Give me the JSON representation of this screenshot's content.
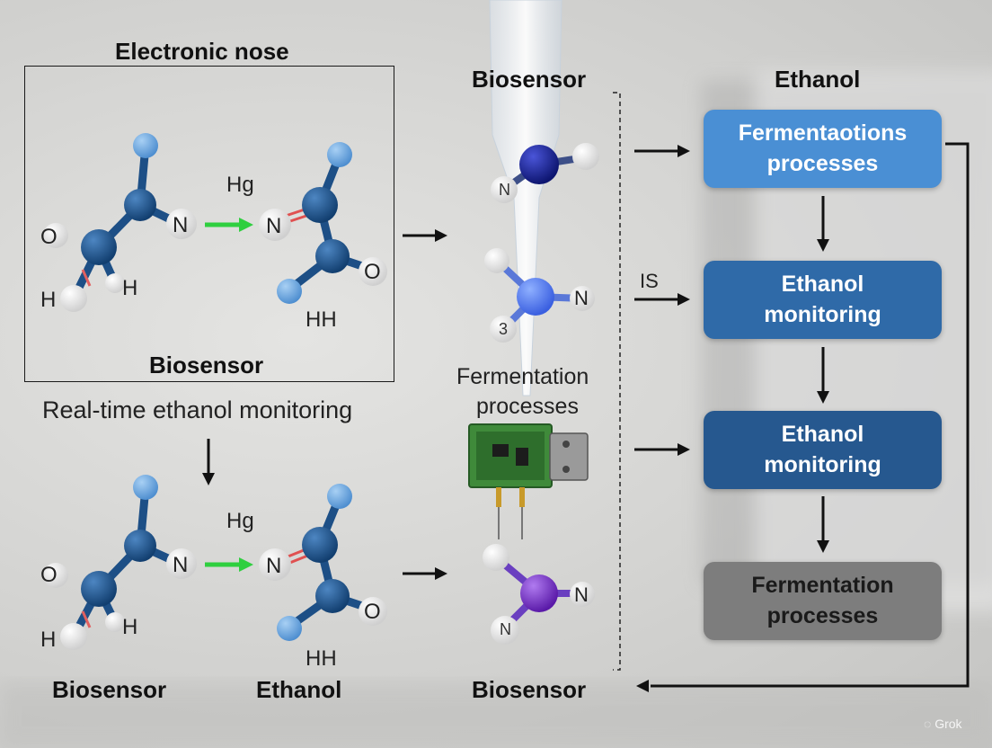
{
  "top_left": {
    "title": "Electronic nose",
    "frame_caption": "Biosensor",
    "mol1_atoms": {
      "o": "O",
      "h1": "H",
      "h2": "H",
      "n1": "N",
      "hg": "Hg",
      "n2": "N",
      "o2": "O",
      "hh": "HH"
    }
  },
  "subtitle": "Real-time ethanol monitoring",
  "bottom_left": {
    "mol2_atoms": {
      "o": "O",
      "h1": "H",
      "h2": "H",
      "n1": "N",
      "hg": "Hg",
      "n2": "N",
      "o2": "O",
      "hh": "HH"
    },
    "label_left": "Biosensor",
    "label_right": "Ethanol"
  },
  "center": {
    "top_label": "Biosensor",
    "fermentation_line1": "Fermentation",
    "fermentation_line2": "processes",
    "bottom_label": "Biosensor",
    "mol_a_n": "N",
    "mol_b_n": "N",
    "mol_b_3": "3",
    "mol_c_n1": "N",
    "mol_c_n2": "N"
  },
  "right": {
    "header": "Ethanol",
    "is_label": "IS",
    "boxes": [
      {
        "line1": "Fermentaotions",
        "line2": "processes",
        "color": "#4a8fd4"
      },
      {
        "line1": "Ethanol",
        "line2": "monitoring",
        "color": "#2f6aa8"
      },
      {
        "line1": "Ethanol",
        "line2": "monitoring",
        "color": "#26588f"
      },
      {
        "line1": "Fermentation",
        "line2": "processes",
        "color": "#7d7d7d"
      }
    ]
  },
  "watermark": "Grok",
  "colors": {
    "atom_dark": "#1d4f86",
    "atom_light": "#6fa9e0",
    "atom_white": "#f4f4f4",
    "arrow_green": "#2fcf3f",
    "atom_indigo": "#1e2a9c",
    "atom_violet": "#7b2fd0"
  }
}
